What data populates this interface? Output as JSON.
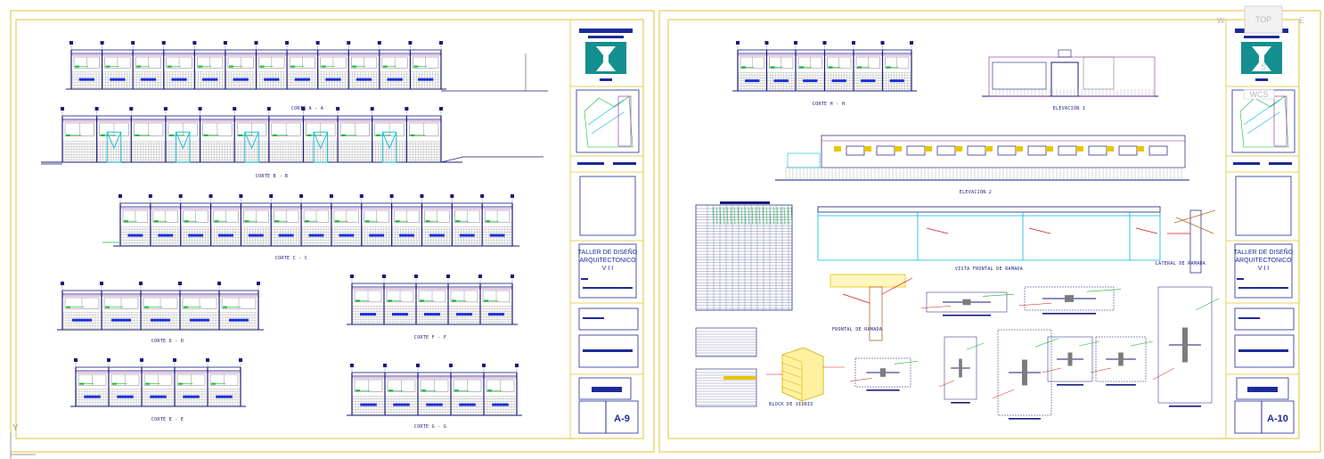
{
  "sheets": [
    {
      "number": "A-9",
      "course": [
        "TALLER DE DISEÑO",
        "ARQUITECTONICO",
        "V I I"
      ],
      "sections": [
        {
          "label": "CORTE A - A"
        },
        {
          "label": "CORTE B - B"
        },
        {
          "label": "CORTE C - C"
        },
        {
          "label": "CORTE D - D"
        },
        {
          "label": "CORTE F - F"
        },
        {
          "label": "CORTE E - E"
        },
        {
          "label": "CORTE G - G"
        }
      ]
    },
    {
      "number": "A-10",
      "course": [
        "TALLER DE DISEÑO",
        "ARQUITECTONICO",
        "V I I"
      ],
      "sections": [
        {
          "label": "CORTE H - H"
        },
        {
          "label": "ELEVACIÓN 1"
        },
        {
          "label": "ELEVACIÓN 2"
        },
        {
          "label": "VISTA FRONTAL DE RAMADA"
        },
        {
          "label": "LATERAL DE RAMADA"
        },
        {
          "label": "FRONTAL DE RAMADA"
        },
        {
          "label": "BLOCK DE VIDRIO"
        }
      ]
    }
  ],
  "viewcube": {
    "top": "TOP",
    "west": "W",
    "east": "E",
    "south": "S",
    "wcs": "WCS"
  },
  "axis": {
    "y": "Y"
  },
  "colors": {
    "frame": "#e3c033",
    "linework": "#1a1a7a",
    "cyan": "#00bcd8",
    "green": "#18b83a",
    "magenta": "#9a1fb0",
    "blue": "#1b2fd9",
    "grey": "#7c7c7c",
    "red": "#d11a1a"
  }
}
